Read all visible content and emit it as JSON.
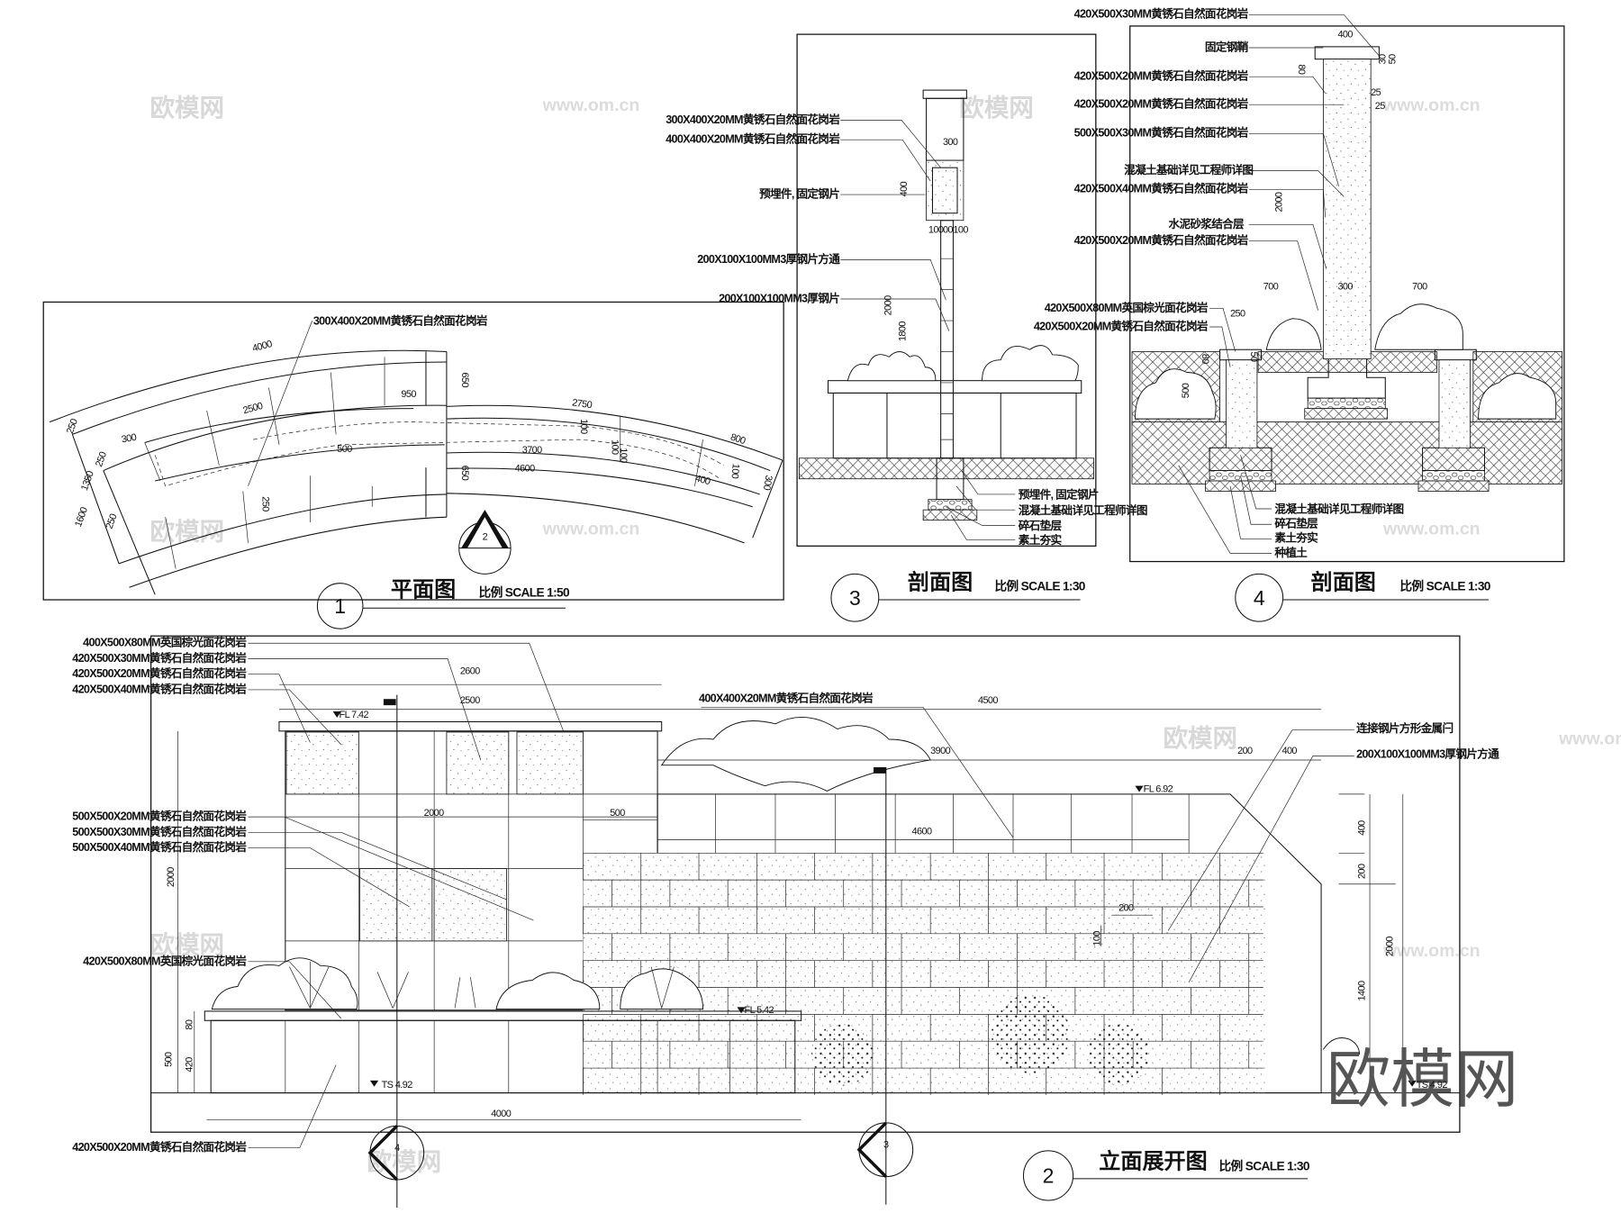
{
  "watermark": {
    "big": "欧模网",
    "small": "欧模网",
    "url": "www.om.cn"
  },
  "plan": {
    "title": "平面图",
    "scale": "比例 SCALE 1:50",
    "number": "1",
    "section_marker": "2",
    "labels": [
      "300X400X20MM黄锈石自然面花岗岩"
    ],
    "dims": [
      "4000",
      "2500",
      "950",
      "2750",
      "800",
      "250",
      "250",
      "300",
      "1350",
      "1600",
      "500",
      "3700",
      "4600",
      "650",
      "650",
      "100",
      "100",
      "100",
      "100",
      "400",
      "300",
      "250",
      "250"
    ]
  },
  "section3": {
    "title": "剖面图",
    "scale": "比例 SCALE 1:30",
    "number": "3",
    "labels": [
      "300X400X20MM黄锈石自然面花岗岩",
      "400X400X20MM黄锈石自然面花岗岩",
      "预埋件, 固定钢片",
      "200X100X100MM3厚钢片方通",
      "200X100X100MM3厚钢片"
    ],
    "bottom_labels": [
      "预埋件, 固定钢片",
      "混凝土基础详见工程师详图",
      "碎石垫层",
      "素土夯实"
    ],
    "dims": [
      "300",
      "400",
      "100",
      "00",
      "100",
      "2000",
      "1800"
    ]
  },
  "section4": {
    "title": "剖面图",
    "scale": "比例 SCALE 1:30",
    "number": "4",
    "labels": [
      "420X500X30MM黄锈石自然面花岗岩",
      "固定钢鞘",
      "420X500X20MM黄锈石自然面花岗岩",
      "420X500X20MM黄锈石自然面花岗岩",
      "500X500X30MM黄锈石自然面花岗岩",
      "混凝土基础详见工程师详图",
      "420X500X40MM黄锈石自然面花岗岩",
      "水泥砂浆结合层",
      "420X500X20MM黄锈石自然面花岗岩",
      "420X500X80MM英国棕光面花岗岩",
      "420X500X20MM黄锈石自然面花岗岩"
    ],
    "bottom_labels": [
      "混凝土基础详见工程师详图",
      "碎石垫层",
      "素土夯实",
      "种植土"
    ],
    "dims": [
      "400",
      "80",
      "30",
      "50",
      "25",
      "25",
      "2000",
      "700",
      "300",
      "700",
      "250",
      "80",
      "50",
      "500"
    ]
  },
  "elevation": {
    "title": "立面展开图",
    "scale": "比例 SCALE 1:30",
    "number": "2",
    "markers": [
      "4",
      "3"
    ],
    "left_labels": [
      "400X500X80MM英国棕光面花岗岩",
      "420X500X30MM黄锈石自然面花岗岩",
      "420X500X20MM黄锈石自然面花岗岩",
      "420X500X40MM黄锈石自然面花岗岩",
      "500X500X20MM黄锈石自然面花岗岩",
      "500X500X30MM黄锈石自然面花岗岩",
      "500X500X40MM黄锈石自然面花岗岩",
      "420X500X80MM英国棕光面花岗岩",
      "420X500X20MM黄锈石自然面花岗岩"
    ],
    "right_labels": [
      "400X400X20MM黄锈石自然面花岗岩",
      "连接钢片方形金属闩",
      "200X100X100MM3厚钢片方通"
    ],
    "levels": [
      "FL 7.42",
      "FL 6.92",
      "FL 5.42",
      "TS 4.92",
      "TS 4.92"
    ],
    "dims": [
      "2600",
      "2500",
      "4500",
      "3900",
      "200",
      "400",
      "2000",
      "500",
      "4600",
      "200",
      "100",
      "2000",
      "500",
      "80",
      "420",
      "4000",
      "400",
      "200",
      "2000",
      "1400"
    ]
  }
}
